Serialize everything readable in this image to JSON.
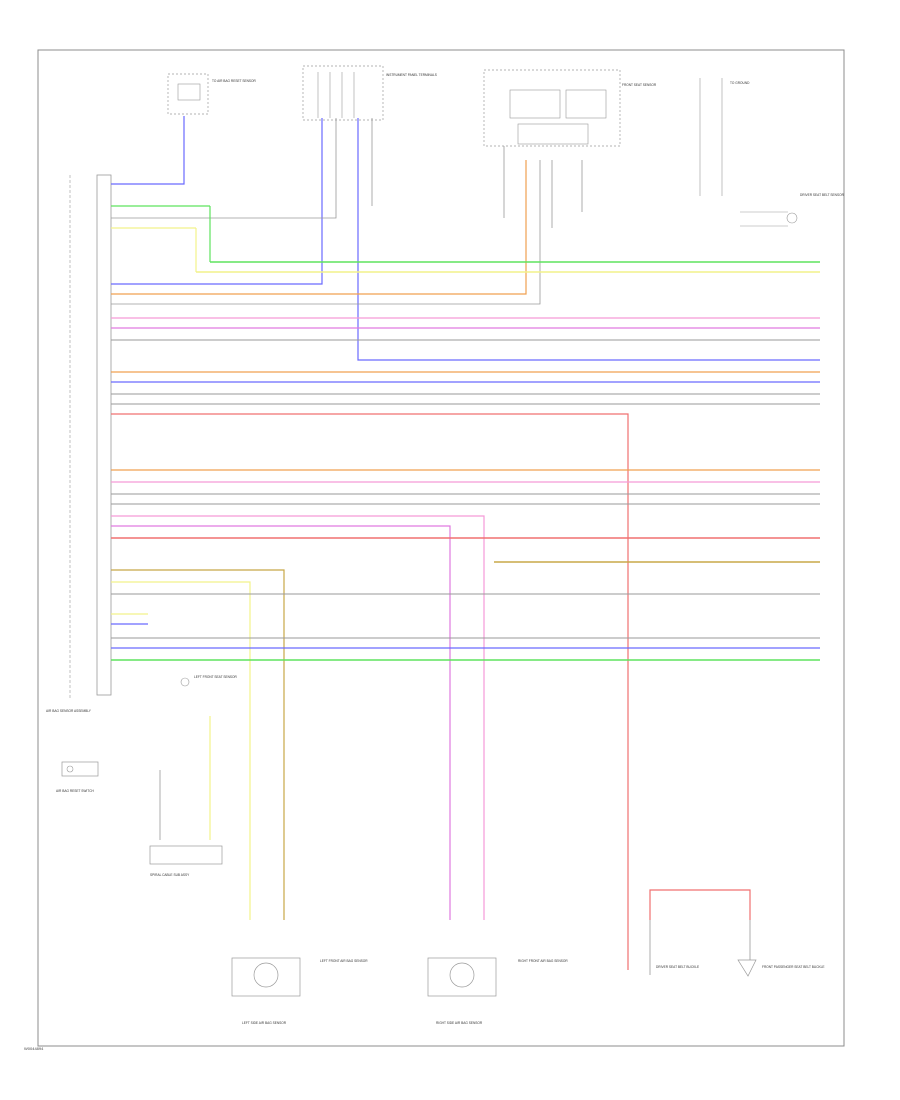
{
  "page": {
    "footer_code": "W0044894"
  },
  "colors": {
    "frame": "#8c8c8c",
    "wire_gray": "#9a9a9a",
    "wire_blue": "#6a6aff",
    "wire_green": "#5ee35e",
    "wire_yellow": "#f2f28a",
    "wire_orange": "#f0a050",
    "wire_pink": "#f59ad8",
    "wire_red": "#f07070",
    "wire_gold": "#c8a848",
    "wire_magenta": "#e07ae0"
  },
  "components": {
    "ecu": {
      "label": "AIR BAG SENSOR ASSEMBLY"
    },
    "top_1": {
      "label": "TO AIR BAG RESET SENSOR"
    },
    "top_2": {
      "label": "INSTRUMENT PANEL TERMINALS"
    },
    "top_3": {
      "label": "FRONT SEAT SENSOR"
    },
    "top_4": {
      "label": "TO GROUND"
    },
    "right_top": {
      "label": "DRIVER SEAT BELT SENSOR"
    },
    "left_mid": {
      "label": "LEFT FRONT SEAT SENSOR"
    },
    "left_btm": {
      "label": "AIR BAG RESET SWITCH"
    },
    "left_connector": {
      "label": "SPIRAL CABLE SUB ASSY"
    },
    "sensor_left": {
      "label": "LEFT SIDE AIR BAG SENSOR"
    },
    "sensor_right": {
      "label": "RIGHT SIDE AIR BAG SENSOR"
    },
    "sensor_left_desc": {
      "label": "LEFT FRONT AIR BAG SENSOR"
    },
    "sensor_right_desc": {
      "label": "RIGHT FRONT AIR BAG SENSOR"
    },
    "bottom_right_1": {
      "label": "DRIVER SEAT BELT BUCKLE"
    },
    "bottom_right_2": {
      "label": "FRONT PASSENGER SEAT BELT BUCKLE"
    }
  },
  "wires": [
    {
      "color": "gray"
    },
    {
      "color": "green"
    },
    {
      "color": "yellow"
    },
    {
      "color": "blue"
    },
    {
      "color": "orange"
    },
    {
      "color": "pink"
    },
    {
      "color": "magenta"
    },
    {
      "color": "gray"
    },
    {
      "color": "blue"
    },
    {
      "color": "orange"
    },
    {
      "color": "blue"
    },
    {
      "color": "gray"
    },
    {
      "color": "gray"
    },
    {
      "color": "red"
    },
    {
      "color": "orange"
    },
    {
      "color": "pink"
    },
    {
      "color": "gray"
    },
    {
      "color": "gray"
    },
    {
      "color": "pink"
    },
    {
      "color": "red"
    },
    {
      "color": "gold"
    },
    {
      "color": "gray"
    },
    {
      "color": "blue"
    },
    {
      "color": "blue"
    },
    {
      "color": "green"
    }
  ]
}
